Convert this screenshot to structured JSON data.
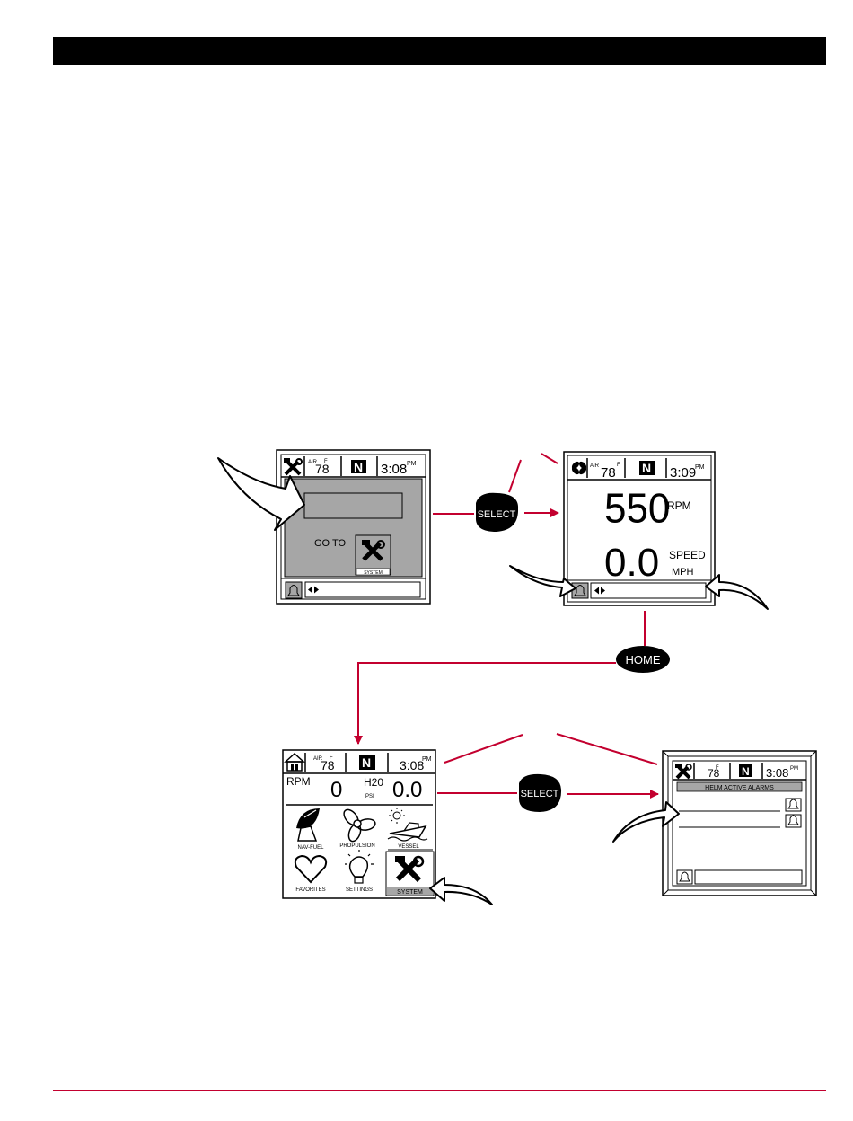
{
  "screen_goto": {
    "air_label": "AIR",
    "unit": "F",
    "temp": "78",
    "gear": "N",
    "time": "3:08",
    "ampm": "PM",
    "goto_label": "GO TO",
    "system_label": "SYSTEM"
  },
  "screen_rpm": {
    "air_label": "AIR",
    "unit": "F",
    "temp": "78",
    "gear": "N",
    "time": "3:09",
    "ampm": "PM",
    "rpm_value": "550",
    "rpm_label": "RPM",
    "speed_value": "0.0",
    "speed_label": "SPEED",
    "speed_unit": "MPH"
  },
  "screen_home": {
    "air_label": "AIR",
    "unit": "F",
    "temp": "78",
    "gear": "N",
    "time": "3:08",
    "ampm": "PM",
    "rpm_label": "RPM",
    "rpm_value": "0",
    "h2o_label": "H20",
    "psi_label": "PSI",
    "h2o_value": "0.0",
    "menu": [
      "NAV-FUEL",
      "PROPULSION",
      "VESSEL",
      "FAVORITES",
      "SETTINGS",
      "SYSTEM"
    ]
  },
  "screen_alarms": {
    "temp": "78",
    "unit": "F",
    "gear": "N",
    "time": "3:08",
    "ampm": "PM",
    "title": "HELM ACTIVE ALARMS"
  },
  "buttons": {
    "select": "SELECT",
    "home": "HOME"
  },
  "colors": {
    "arrow": "#c3002f",
    "screen_gray": "#a6a6a6"
  }
}
